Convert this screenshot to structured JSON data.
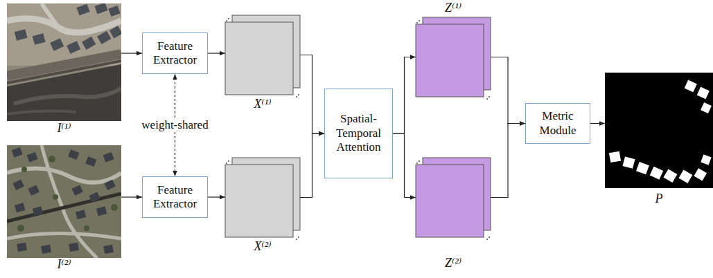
{
  "diagram": {
    "nodes": [
      {
        "text": [
          "I⁽¹⁾"
        ]
      },
      {
        "text": [
          "Feature Extractor"
        ]
      },
      {
        "text": [
          "X⁽¹⁾"
        ]
      },
      {
        "text": [
          "I⁽²⁾"
        ]
      },
      {
        "text": [
          "Feature Extractor"
        ]
      },
      {
        "text": [
          "X⁽²⁾"
        ]
      },
      {
        "text": [
          "Spatial-Temporal Attention"
        ]
      },
      {
        "text": [
          "Z⁽¹⁾"
        ]
      },
      {
        "text": [
          "Z⁽²⁾"
        ]
      },
      {
        "text": [
          "Metric Module"
        ]
      },
      {
        "text": [
          "P"
        ]
      }
    ],
    "edges": [
      {
        "from": 0,
        "to": 1,
        "arrow": "to"
      },
      {
        "from": 1,
        "to": 2,
        "arrow": "to"
      },
      {
        "from": 3,
        "to": 4,
        "arrow": "to"
      },
      {
        "from": 4,
        "to": 5,
        "arrow": "to"
      },
      {
        "from": 2,
        "to": 6,
        "arrow": "to"
      },
      {
        "from": 5,
        "to": 6,
        "arrow": "to"
      },
      {
        "from": 6,
        "to": 7,
        "arrow": "to"
      },
      {
        "from": 6,
        "to": 8,
        "arrow": "to"
      },
      {
        "from": 7,
        "to": 9,
        "arrow": "to"
      },
      {
        "from": 8,
        "to": 9,
        "arrow": "to"
      },
      {
        "from": 9,
        "to": 10,
        "arrow": "to"
      },
      {
        "from": 1,
        "to": 4,
        "label": "weight-shared",
        "arrow": "both"
      }
    ]
  }
}
